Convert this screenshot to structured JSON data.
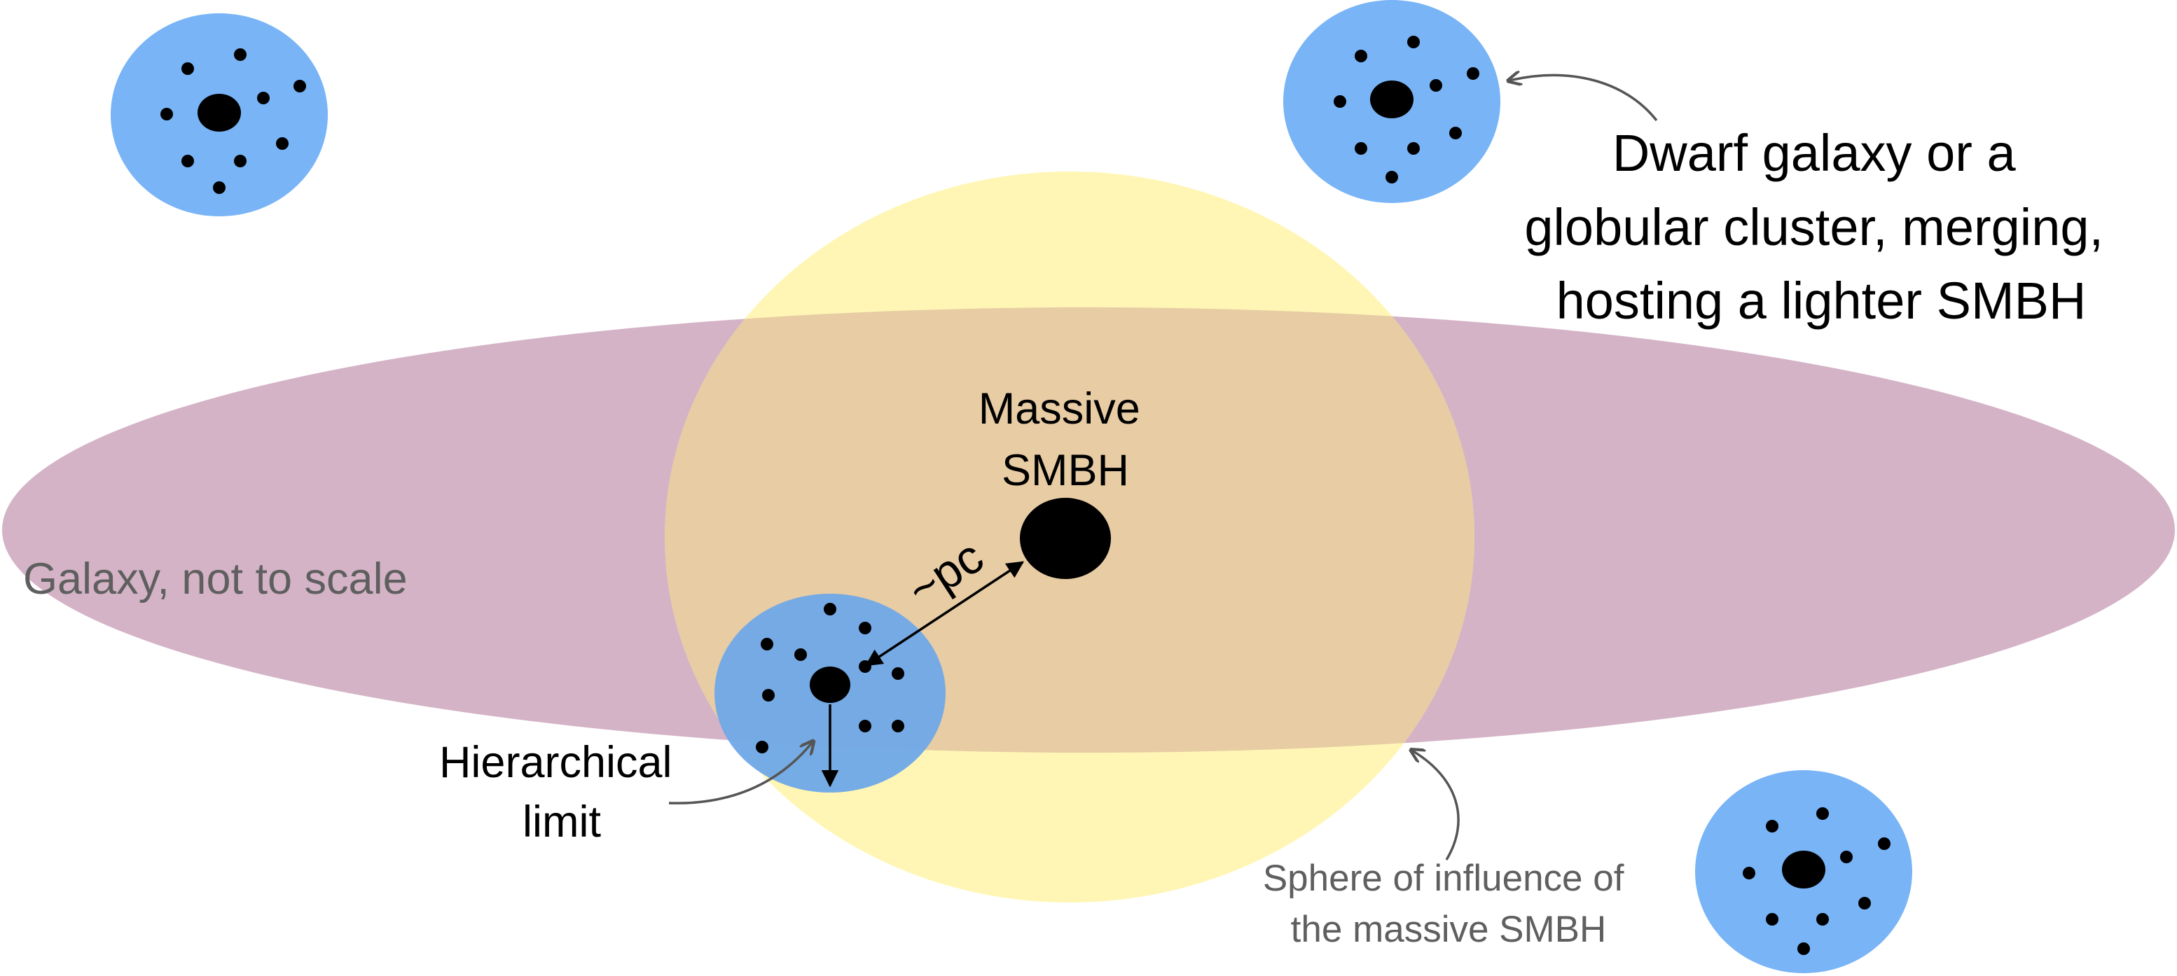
{
  "labels": {
    "galaxy": "Galaxy, not to scale",
    "massive_line1": "Massive",
    "massive_line2": "SMBH",
    "distance": "~pc",
    "dwarf_line1": "Dwarf galaxy or a",
    "dwarf_line2": "globular cluster, merging,",
    "dwarf_line3": "hosting a lighter SMBH",
    "hier_line1": "Hierarchical",
    "hier_line2": "limit",
    "sphere_line1": "Sphere of influence of",
    "sphere_line2": "the massive SMBH"
  },
  "colors": {
    "galaxy_disk": "#d4b3c6",
    "sphere_of_influence": "#fff6b5",
    "overlap": "#e7cca4",
    "cluster": "#78b4f6",
    "cluster_in_sphere": "#6fa8e8",
    "black_hole": "#000000",
    "label_dark": "#000000",
    "label_gray": "#5f5f5f",
    "pointer_arrow": "#555555"
  },
  "icons": [
    "black-hole",
    "star-dot",
    "arrow"
  ]
}
